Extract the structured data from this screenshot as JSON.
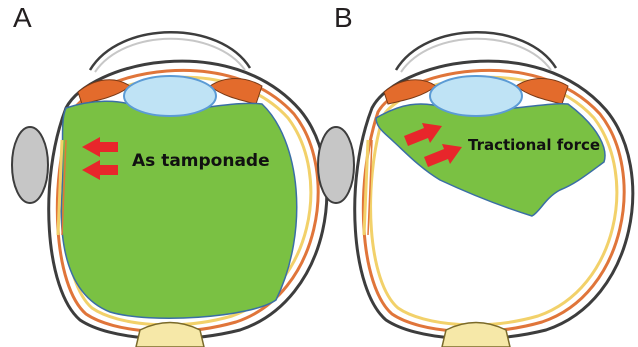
{
  "panels": [
    {
      "letter": "A",
      "caption": "As tamponade"
    },
    {
      "letter": "B",
      "caption": "Tractional force"
    }
  ],
  "colors": {
    "vitreous": "#7ac143",
    "vitreous_outline": "#3a6ea5",
    "arrow": "#e8262b",
    "lens": "#bfe3f5",
    "lens_outline": "#5b9bd5",
    "sclera_outline": "#3d3d3d",
    "choroid": "#e0753a",
    "retina": "#f2d16a",
    "ciliary": "#e36b2c",
    "optic_nerve": "#c6c6c6"
  }
}
